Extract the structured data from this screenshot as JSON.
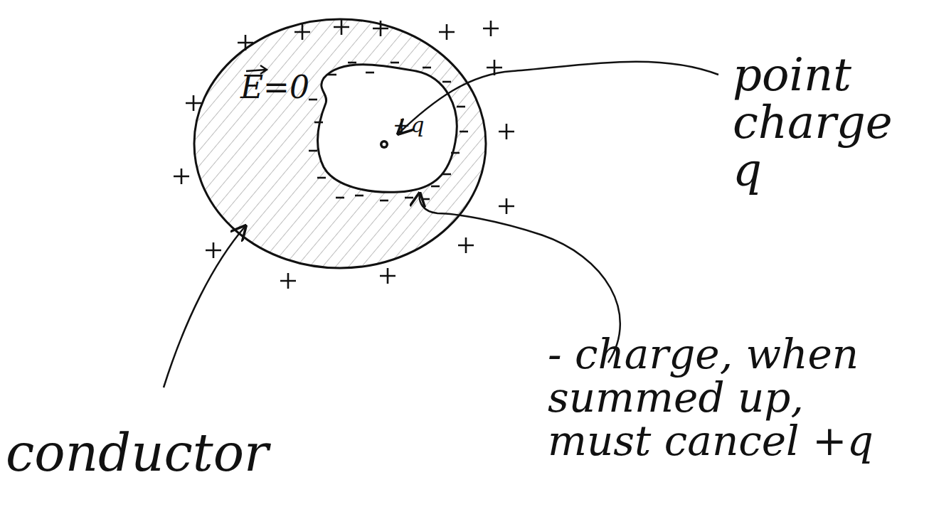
{
  "diagram": {
    "labels": [
      "E=0",
      "+q",
      "point charge q",
      "conductor",
      "- charge, when summed up, must cancel +q"
    ]
  }
}
